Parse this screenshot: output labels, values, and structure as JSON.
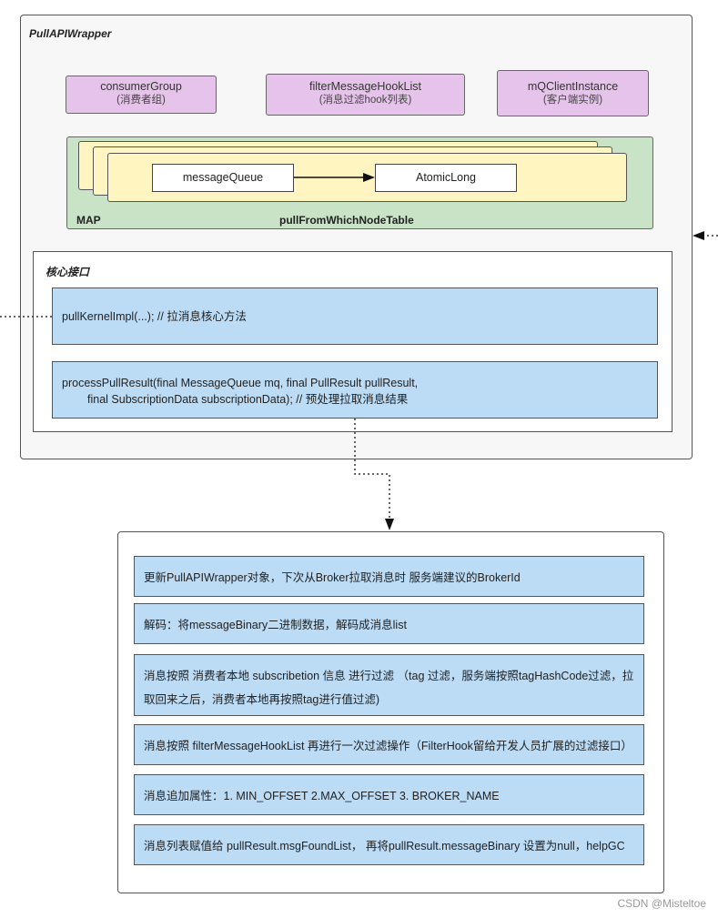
{
  "wrapper_title": "PullAPIWrapper",
  "fields": [
    {
      "name": "consumerGroup",
      "desc": "(消费者组)"
    },
    {
      "name": "filterMessageHookList",
      "desc": "(消息过滤hook列表)"
    },
    {
      "name": "mQClientInstance",
      "desc": "(客户端实例)"
    }
  ],
  "map": {
    "key": "messageQueue",
    "value": "AtomicLong",
    "type_label": "MAP",
    "name": "pullFromWhichNodeTable"
  },
  "core": {
    "title": "核心接口",
    "method1": "pullKernelImpl(...);   // 拉消息核心方法",
    "method2_line1": "processPullResult(final MessageQueue mq, final PullResult pullResult,",
    "method2_line2": "final SubscriptionData subscriptionData); // 预处理拉取消息结果"
  },
  "steps": [
    "更新PullAPIWrapper对象，下次从Broker拉取消息时 服务端建议的BrokerId",
    "解码：将messageBinary二进制数据，解码成消息list",
    "消息按照 消费者本地 subscribetion 信息 进行过滤  （tag 过滤，服务端按照tagHashCode过滤，拉",
    "取回来之后，消费者本地再按照tag进行值过滤)",
    "消息按照 filterMessageHookList 再进行一次过滤操作（FilterHook留给开发人员扩展的过滤接口）",
    "消息追加属性：1. MIN_OFFSET   2.MAX_OFFSET   3. BROKER_NAME",
    "消息列表赋值给 pullResult.msgFoundList， 再将pullResult.messageBinary 设置为null，helpGC"
  ],
  "watermark": "CSDN @Misteltoe"
}
